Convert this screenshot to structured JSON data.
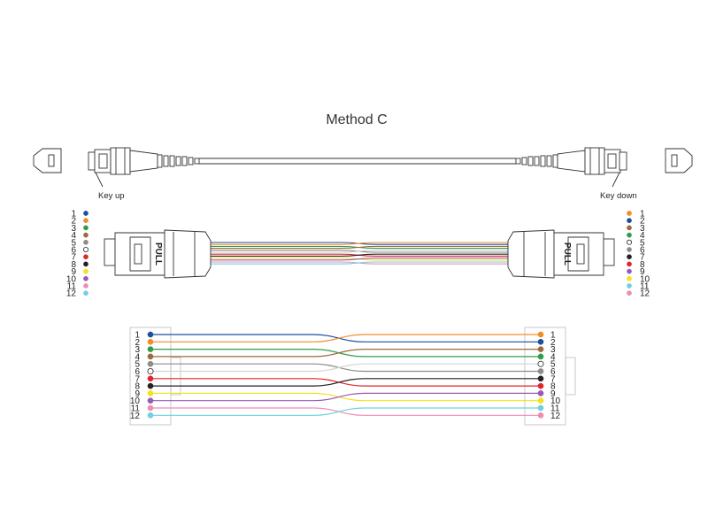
{
  "title": "Method C",
  "labels": {
    "key_up": "Key up",
    "key_down": "Key down",
    "pull": "PULL"
  },
  "fiber_colors": [
    {
      "name": "blue",
      "hex": "#1f4e9c"
    },
    {
      "name": "orange",
      "hex": "#f28c28"
    },
    {
      "name": "green",
      "hex": "#2e9e4a"
    },
    {
      "name": "brown",
      "hex": "#9c6a3c"
    },
    {
      "name": "slate",
      "hex": "#8c8c8c"
    },
    {
      "name": "white",
      "hex": "#ffffff"
    },
    {
      "name": "red",
      "hex": "#e0262a"
    },
    {
      "name": "black",
      "hex": "#222222"
    },
    {
      "name": "yellow",
      "hex": "#f3e21c"
    },
    {
      "name": "violet",
      "hex": "#9b59b6"
    },
    {
      "name": "rose",
      "hex": "#f08cb4"
    },
    {
      "name": "aqua",
      "hex": "#6fd0e0"
    }
  ],
  "positions": [
    "1",
    "2",
    "3",
    "4",
    "5",
    "6",
    "7",
    "8",
    "9",
    "10",
    "11",
    "12"
  ],
  "left_sequence": [
    "blue",
    "orange",
    "green",
    "brown",
    "slate",
    "white",
    "red",
    "black",
    "yellow",
    "violet",
    "rose",
    "aqua"
  ],
  "right_sequence": [
    "orange",
    "blue",
    "brown",
    "green",
    "white",
    "slate",
    "black",
    "red",
    "violet",
    "yellow",
    "aqua",
    "rose"
  ]
}
